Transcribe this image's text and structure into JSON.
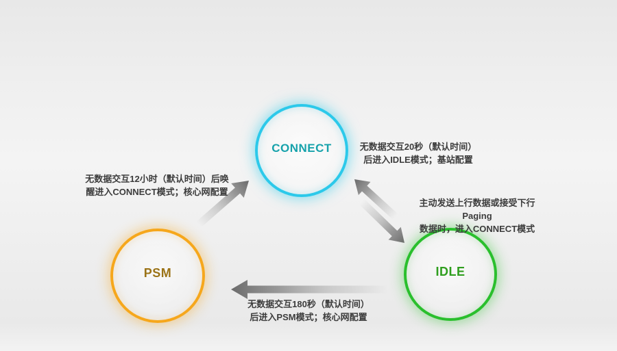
{
  "states": [
    {
      "label": "CONNECT",
      "ring_color": "#2cc9ea",
      "label_color": "#16a2ab"
    },
    {
      "label": "IDLE",
      "ring_color": "#2abf2d",
      "label_color": "#2f9e1e"
    },
    {
      "label": "PSM",
      "ring_color": "#f6a71c",
      "label_color": "#9b7317"
    }
  ],
  "transitions": [
    {
      "name": "connect-to-idle",
      "line1": "无数据交互20秒（默认时间）",
      "line2": "后进入IDLE模式；基站配置"
    },
    {
      "name": "idle-to-connect",
      "line1": "主动发送上行数据或接受下行Paging",
      "line2": "数据时，进入CONNECT模式"
    },
    {
      "name": "psm-to-connect",
      "line1": "无数据交互12小时（默认时间）后唤",
      "line2": "醒进入CONNECT模式；核心网配置"
    },
    {
      "name": "idle-to-psm",
      "line1": "无数据交互180秒（默认时间）",
      "line2": "后进入PSM模式；核心网配置"
    }
  ],
  "arrow_color": "#6b6b6b",
  "background": {
    "top": "#e8e8e8",
    "middle": "#f4f4f4",
    "bottom": "#f3f3f3"
  }
}
